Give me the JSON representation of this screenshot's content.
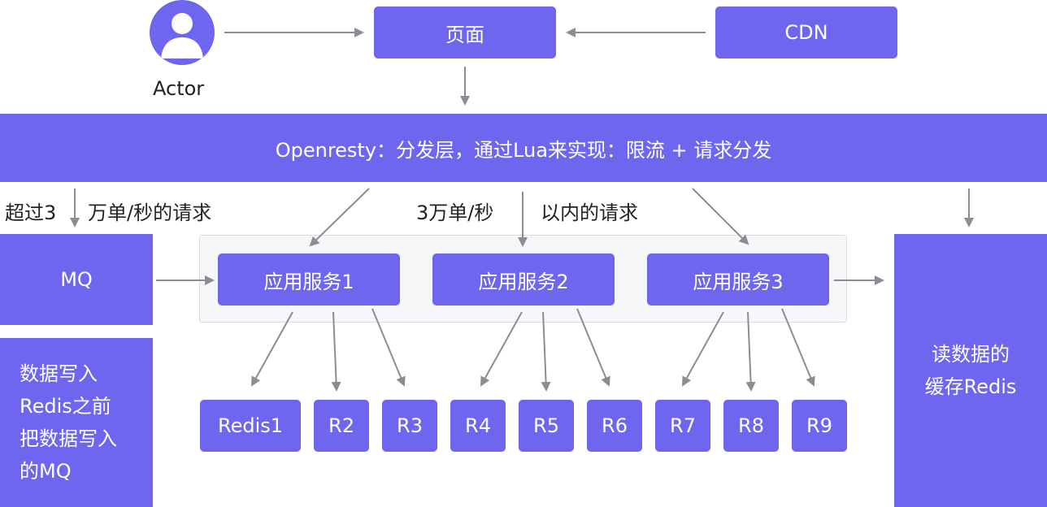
{
  "actor": {
    "label": "Actor",
    "icon": "user-icon"
  },
  "nodes": {
    "page": "页面",
    "cdn": "CDN",
    "openresty": "Openresty：分发层，通过Lua来实现：限流 + 请求分发",
    "mq": "MQ",
    "mq_note": [
      "数据写入",
      "Redis之前",
      "把数据写入",
      "的MQ"
    ],
    "services": [
      "应用服务1",
      "应用服务2",
      "应用服务3"
    ],
    "redis": [
      "Redis1",
      "R2",
      "R3",
      "R4",
      "R5",
      "R6",
      "R7",
      "R8",
      "R9"
    ],
    "read_cache": [
      "读数据的",
      "缓存Redis"
    ]
  },
  "labels": {
    "over_prefix": "超过3",
    "over_suffix": "万单/秒的请求",
    "within_prefix": "3万单/秒",
    "within_suffix": "以内的请求"
  },
  "colors": {
    "node": "#6f66f0",
    "arrow": "#8a8d93",
    "group_bg": "#f6f7f9"
  }
}
